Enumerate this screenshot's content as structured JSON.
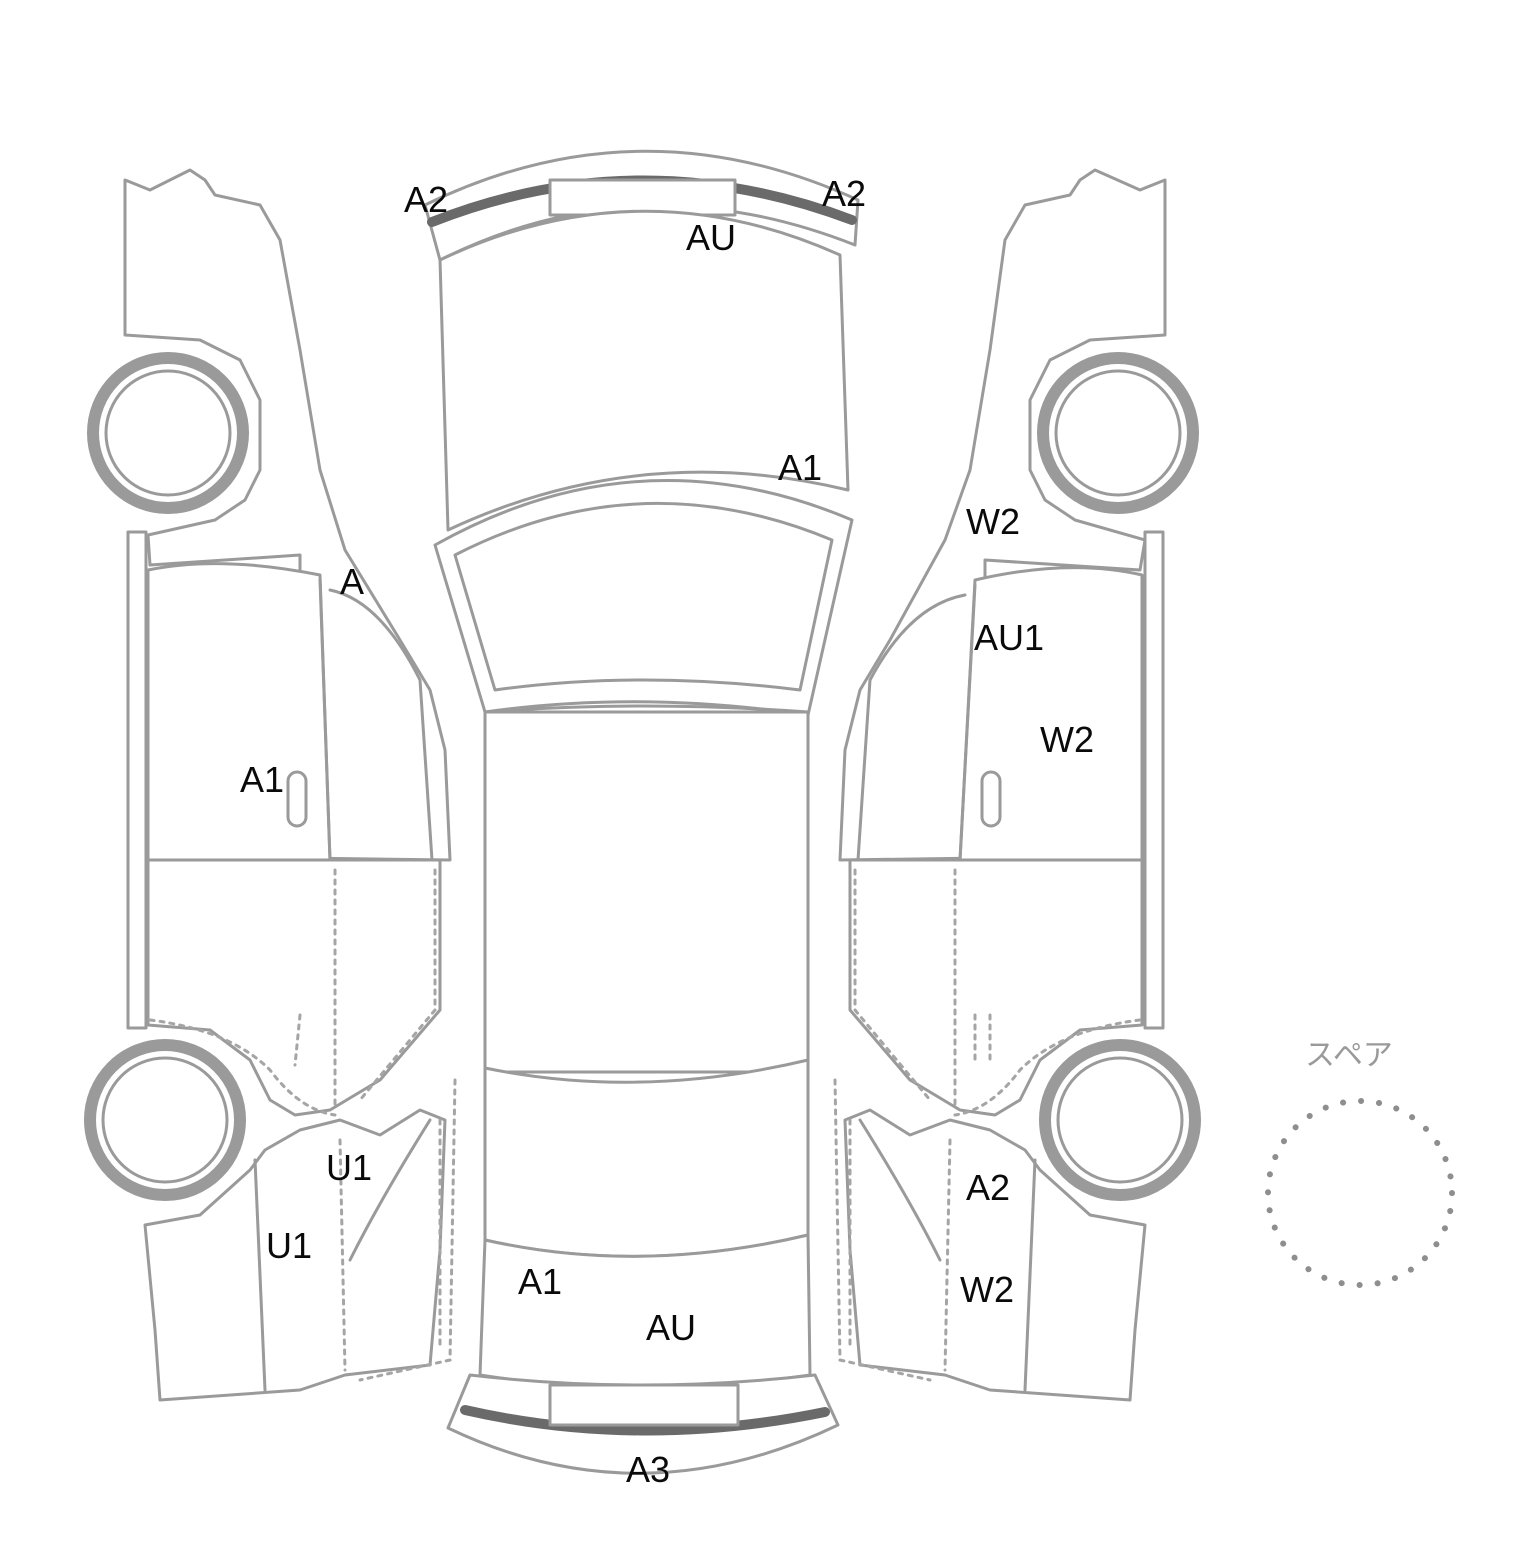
{
  "diagram": {
    "spare_label": "スペア",
    "damage_codes": [
      {
        "id": "front-bumper-left",
        "code": "A2"
      },
      {
        "id": "front-bumper-right",
        "code": "A2"
      },
      {
        "id": "front-bumper-center",
        "code": "AU"
      },
      {
        "id": "hood-right",
        "code": "A1"
      },
      {
        "id": "left-front-fender",
        "code": "A"
      },
      {
        "id": "left-front-door",
        "code": "A1"
      },
      {
        "id": "left-rear-quarter",
        "code": "U1"
      },
      {
        "id": "left-rear-bumper-side",
        "code": "U1"
      },
      {
        "id": "right-front-fender",
        "code": "W2"
      },
      {
        "id": "right-front-door-upper",
        "code": "AU1"
      },
      {
        "id": "right-front-door",
        "code": "W2"
      },
      {
        "id": "right-rear-quarter",
        "code": "A2"
      },
      {
        "id": "right-rear-bumper-side",
        "code": "W2"
      },
      {
        "id": "tailgate-left",
        "code": "A1"
      },
      {
        "id": "tailgate-center",
        "code": "AU"
      },
      {
        "id": "rear-bumper",
        "code": "A3"
      }
    ]
  }
}
